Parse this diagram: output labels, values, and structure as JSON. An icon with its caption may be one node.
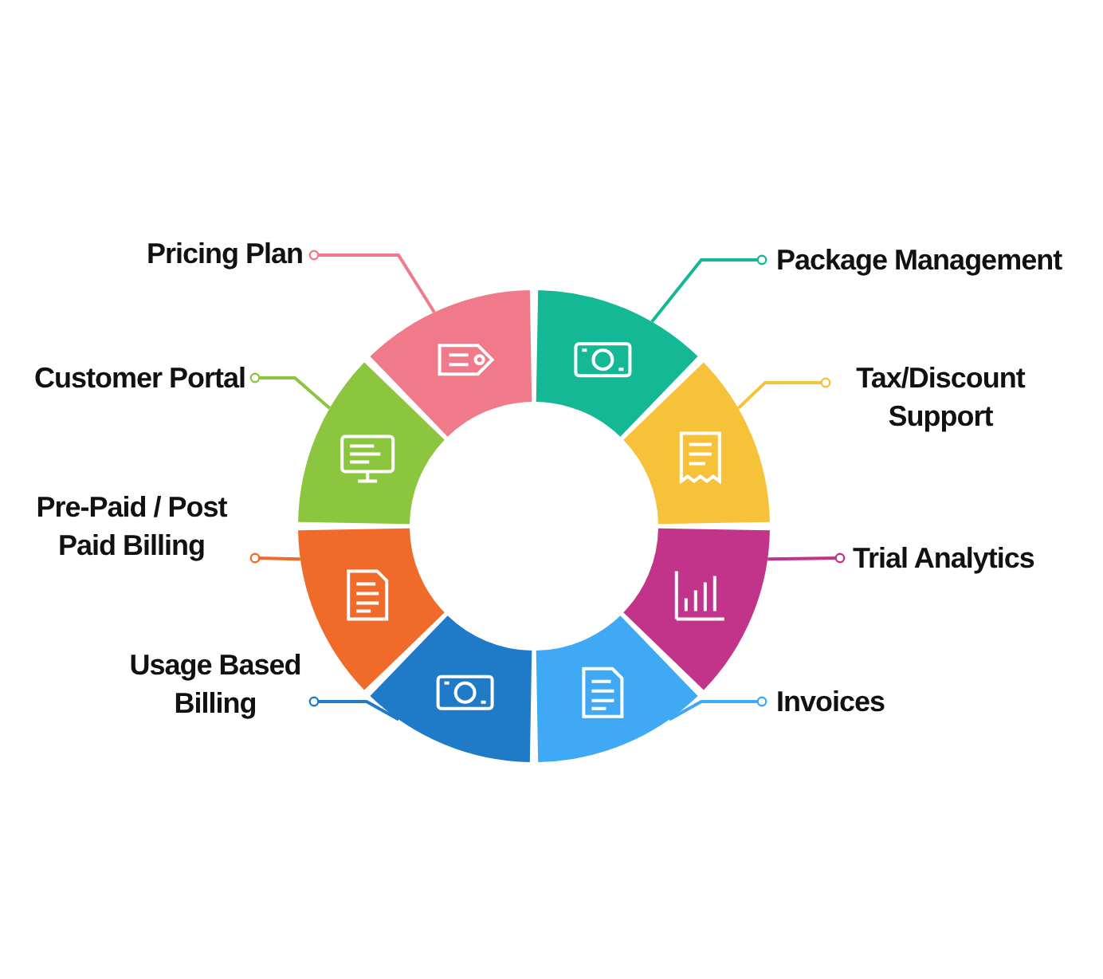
{
  "diagram": {
    "nodes": [
      {
        "text": [
          "Pricing Plan"
        ]
      },
      {
        "text": [
          "Package Management"
        ]
      },
      {
        "text": [
          "Customer Portal"
        ]
      },
      {
        "text": [
          "Tax/Discount Support"
        ]
      },
      {
        "text": [
          "Pre-Paid / Post Paid Billing"
        ]
      },
      {
        "text": [
          "Trial Analytics"
        ]
      },
      {
        "text": [
          "Usage Based Billing"
        ]
      },
      {
        "text": [
          "Invoices"
        ]
      },
      {
        "text": [],
        "shape": "picture"
      },
      {
        "text": [],
        "shape": "picture"
      },
      {
        "text": [],
        "shape": "picture"
      },
      {
        "text": [],
        "shape": "picture"
      },
      {
        "text": [],
        "shape": "picture"
      },
      {
        "text": [],
        "shape": "picture"
      },
      {
        "text": [],
        "shape": "picture"
      },
      {
        "text": [],
        "shape": "picture"
      }
    ],
    "edges": [
      {
        "from": 0,
        "to": 8,
        "arrow": "other",
        "color": "#f07a8a"
      },
      {
        "from": 1,
        "to": 9,
        "arrow": "other",
        "color": "#14b894"
      },
      {
        "from": 2,
        "to": 10,
        "arrow": "other",
        "color": "#8cc63f"
      },
      {
        "from": 3,
        "to": 11,
        "arrow": "other",
        "color": "#f5c23a"
      },
      {
        "from": 4,
        "to": 12,
        "arrow": "other",
        "color": "#f06a2a"
      },
      {
        "from": 5,
        "to": 13,
        "arrow": "other",
        "color": "#c2338a"
      },
      {
        "from": 6,
        "to": 14,
        "arrow": "other",
        "color": "#1f7ac8"
      },
      {
        "from": 7,
        "to": 15,
        "arrow": "other",
        "color": "#3fa9f5"
      }
    ]
  }
}
